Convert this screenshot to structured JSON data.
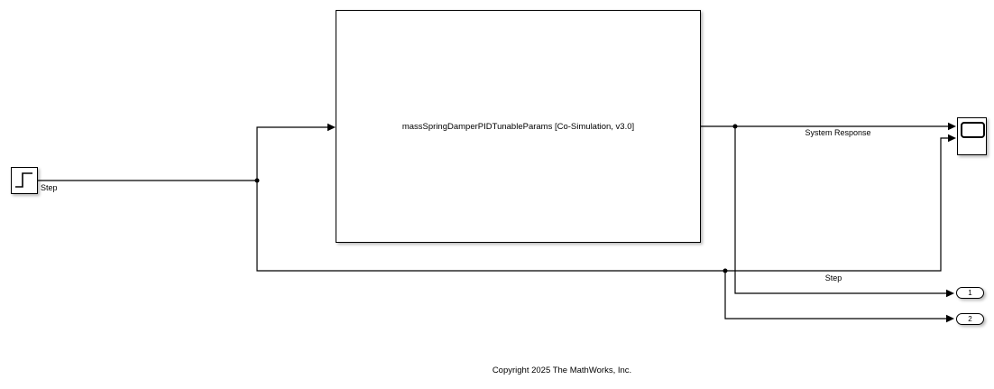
{
  "diagram": {
    "background_color": "#ffffff",
    "wire_color": "#000000",
    "blocks": {
      "step_source": {
        "label": "Step"
      },
      "subsystem": {
        "label": "massSpringDamperPIDTunableParams [Co-Simulation, v3.0]"
      },
      "scope": {
        "icon": "scope-screen-icon"
      }
    },
    "outports": [
      {
        "number": "1"
      },
      {
        "number": "2"
      }
    ],
    "signal_labels": {
      "system_response": "System Response",
      "step": "Step"
    },
    "annotation": {
      "copyright": "Copyright 2025 The MathWorks, Inc."
    }
  }
}
